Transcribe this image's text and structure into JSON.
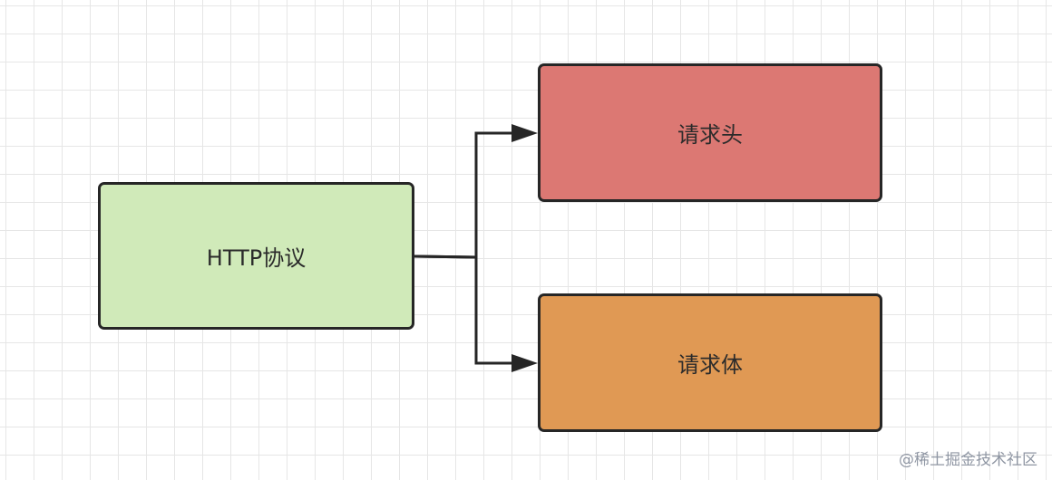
{
  "nodes": {
    "http": {
      "label": "HTTP协议",
      "color": "#d0eab9"
    },
    "header": {
      "label": "请求头",
      "color": "#dc7873"
    },
    "body": {
      "label": "请求体",
      "color": "#e09954"
    }
  },
  "edge_color": "#262626",
  "watermark": "@稀土掘金技术社区"
}
